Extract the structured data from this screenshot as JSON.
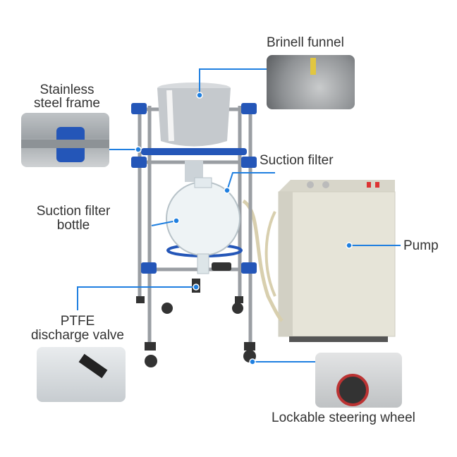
{
  "labels": {
    "brinell_funnel": "Brinell funnel",
    "stainless_frame_line1": "Stainless",
    "stainless_frame_line2": "steel frame",
    "suction_filter": "Suction filter",
    "suction_bottle_line1": "Suction filter",
    "suction_bottle_line2": "bottle",
    "pump": "Pump",
    "ptfe_line1": "PTFE",
    "ptfe_line2": "discharge valve",
    "steering_wheel": "Lockable steering wheel"
  },
  "colors": {
    "callout": "#1f7fe0",
    "clamp_blue": "#2456b8",
    "pump_body": "#e6e4d8",
    "text": "#333333"
  }
}
